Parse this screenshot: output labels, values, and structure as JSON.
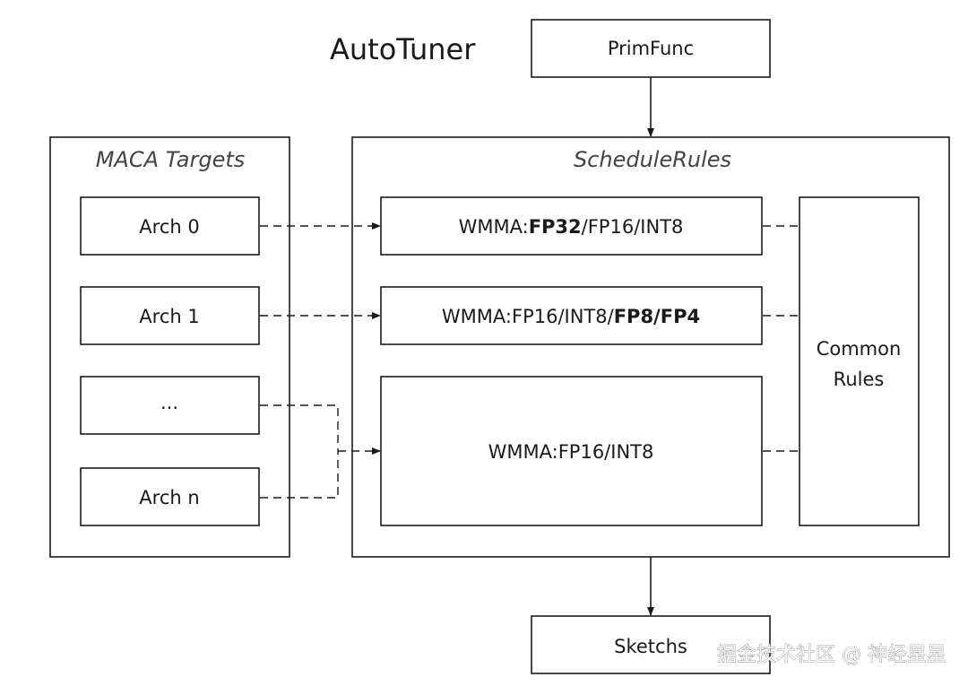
{
  "title": "AutoTuner",
  "primfunc": "PrimFunc",
  "sketchs": "Sketchs",
  "targets": {
    "heading": "MACA Targets",
    "arch0": "Arch 0",
    "arch1": "Arch 1",
    "ellipsis": "...",
    "archn": "Arch n"
  },
  "schedule": {
    "heading": "ScheduleRules",
    "rule1": {
      "prefix": "WMMA:",
      "bold": "FP32",
      "suffix": "/FP16/INT8"
    },
    "rule2": {
      "prefix": "WMMA:FP16/INT8/",
      "bold": "FP8/FP4"
    },
    "rule3": "WMMA:FP16/INT8",
    "common_line1": "Common",
    "common_line2": "Rules"
  },
  "watermark": "掘金技术社区 @ 神经星星"
}
